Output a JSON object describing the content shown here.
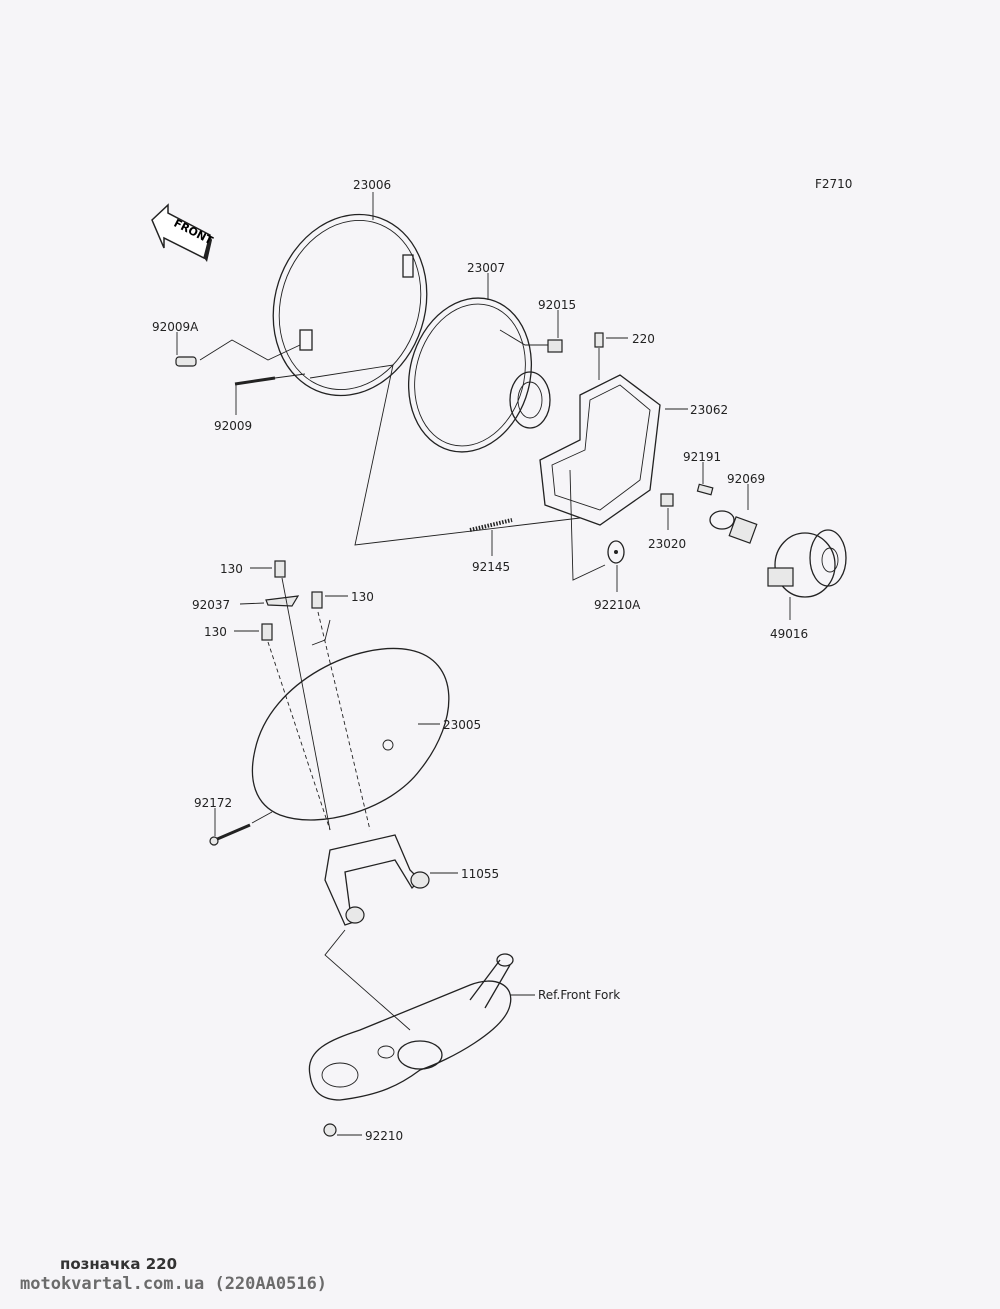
{
  "diagram": {
    "code": "F2710",
    "front_arrow": "FRONT",
    "labels": {
      "p23006": "23006",
      "p23007": "23007",
      "p92015": "92015",
      "p220": "220",
      "p92009A": "92009A",
      "p92009": "92009",
      "p23062": "23062",
      "p92191": "92191",
      "p92069": "92069",
      "p92145": "92145",
      "p23020": "23020",
      "p92210A": "92210A",
      "p49016": "49016",
      "p130a": "130",
      "p130b": "130",
      "p130c": "130",
      "p92037": "92037",
      "p23005": "23005",
      "p92172": "92172",
      "p11055": "11055",
      "ref_front_fork": "Ref.Front Fork",
      "p92210": "92210"
    }
  },
  "footer": {
    "caption": "позначка 220",
    "site": "motokvartal.com.ua (220AA0516)"
  }
}
